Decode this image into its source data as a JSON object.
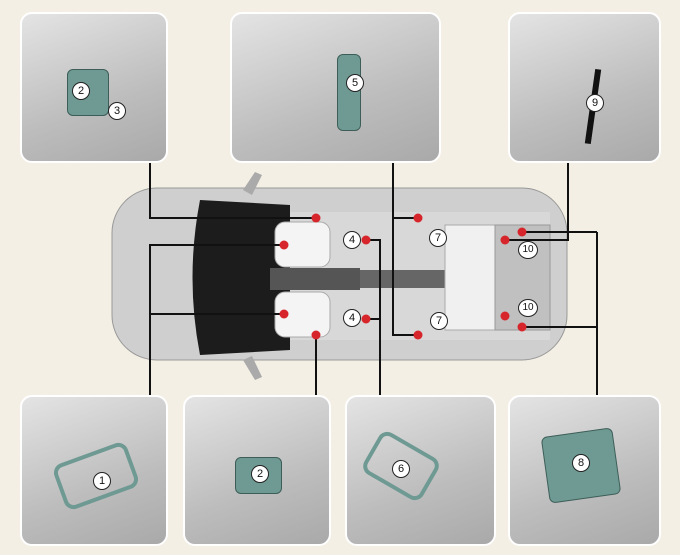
{
  "callouts": {
    "p1a": "2",
    "p1b": "3",
    "p2": "5",
    "p3": "9",
    "b1": "1",
    "b2": "2",
    "b3": "6",
    "b4": "8",
    "c4a": "4",
    "c4b": "4",
    "c7a": "7",
    "c7b": "7",
    "c10a": "10",
    "c10b": "10"
  },
  "colors": {
    "marker": "#d7262b",
    "lever": "#6f9a93",
    "background": "#f3efe4"
  }
}
